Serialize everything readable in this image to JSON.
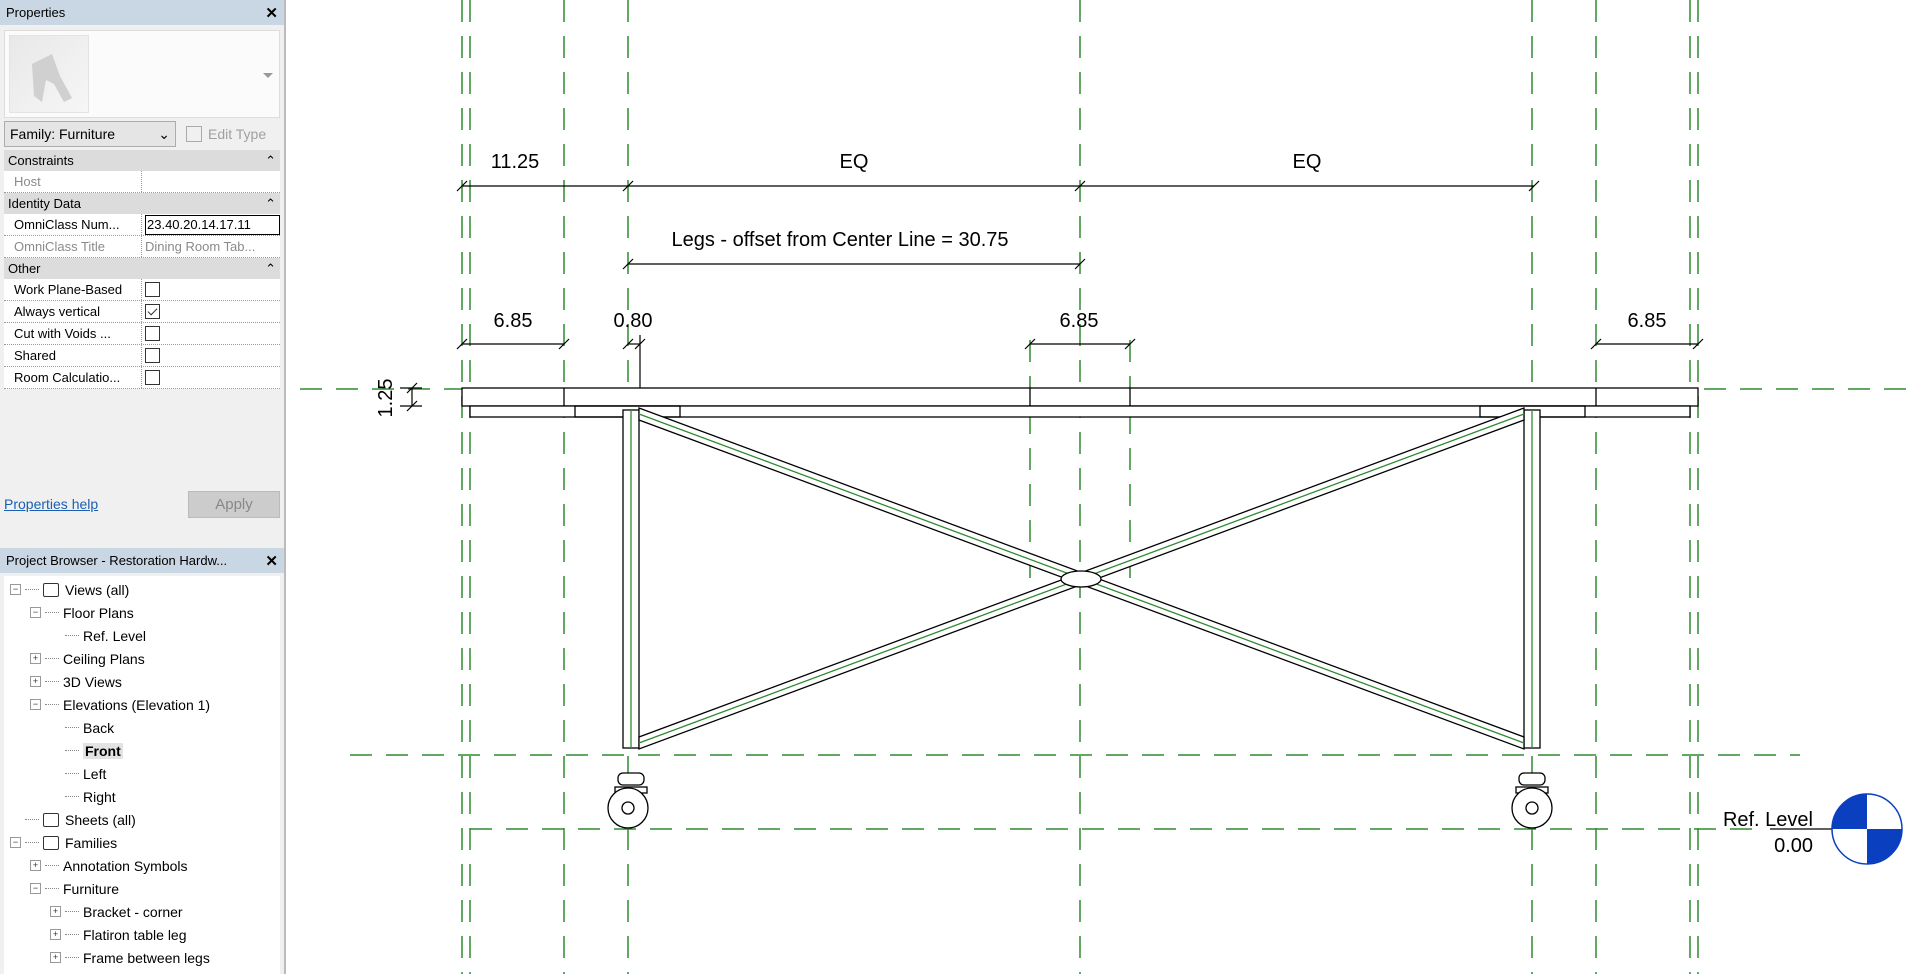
{
  "properties": {
    "title": "Properties",
    "type_selector": "Family: Furniture",
    "edit_type": "Edit Type",
    "groups": [
      {
        "name": "Constraints",
        "rows": [
          {
            "label": "Host",
            "value": "",
            "disabled": true
          }
        ]
      },
      {
        "name": "Identity Data",
        "rows": [
          {
            "label": "OmniClass Num...",
            "value": "23.40.20.14.17.11"
          },
          {
            "label": "OmniClass Title",
            "value": "Dining Room Tab...",
            "disabled": true
          }
        ]
      },
      {
        "name": "Other",
        "rows": [
          {
            "label": "Work Plane-Based",
            "checked": false
          },
          {
            "label": "Always vertical",
            "checked": true
          },
          {
            "label": "Cut with Voids ...",
            "checked": false
          },
          {
            "label": "Shared",
            "checked": false
          },
          {
            "label": "Room Calculatio...",
            "checked": false
          }
        ]
      }
    ],
    "help_link": "Properties help",
    "apply": "Apply"
  },
  "browser": {
    "title": "Project Browser - Restoration Hardw...",
    "items": [
      {
        "label": "Views (all)",
        "level": 0,
        "toggle": "-",
        "icon": "views-icon"
      },
      {
        "label": "Floor Plans",
        "level": 1,
        "toggle": "-"
      },
      {
        "label": "Ref. Level",
        "level": 2
      },
      {
        "label": "Ceiling Plans",
        "level": 1,
        "toggle": "+"
      },
      {
        "label": "3D Views",
        "level": 1,
        "toggle": "+"
      },
      {
        "label": "Elevations (Elevation 1)",
        "level": 1,
        "toggle": "-"
      },
      {
        "label": "Back",
        "level": 2
      },
      {
        "label": "Front",
        "level": 2,
        "selected": true
      },
      {
        "label": "Left",
        "level": 2
      },
      {
        "label": "Right",
        "level": 2
      },
      {
        "label": "Sheets (all)",
        "level": 0,
        "icon": "sheets-icon"
      },
      {
        "label": "Families",
        "level": 0,
        "toggle": "-",
        "icon": "families-icon"
      },
      {
        "label": "Annotation Symbols",
        "level": 1,
        "toggle": "+"
      },
      {
        "label": "Furniture",
        "level": 1,
        "toggle": "-"
      },
      {
        "label": "Bracket - corner",
        "level": 2,
        "toggle": "+"
      },
      {
        "label": "Flatiron table leg",
        "level": 2,
        "toggle": "+"
      },
      {
        "label": "Frame between legs",
        "level": 2,
        "toggle": "+"
      }
    ]
  },
  "drawing": {
    "dims": {
      "top_left": "11.25",
      "eq1": "EQ",
      "eq2": "EQ",
      "legs_label": "Legs - offset from Center Line = 30.75",
      "left_overhang": "6.85",
      "leg_width": "0.80",
      "center": "6.85",
      "right_overhang": "6.85",
      "top_thickness": "1.25"
    },
    "level": {
      "name": "Ref. Level",
      "elevation": "0.00"
    },
    "colors": {
      "ref_plane": "#2e8b2e",
      "level_head": "#0a3fbf"
    }
  }
}
